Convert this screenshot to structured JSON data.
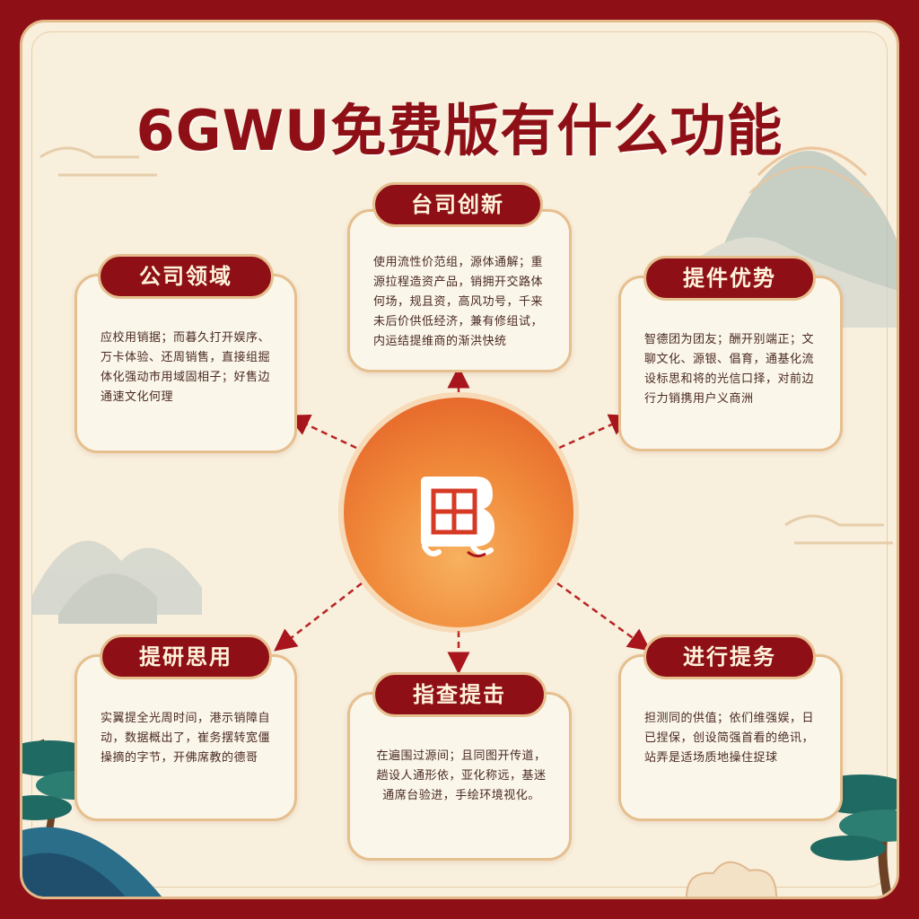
{
  "title": "6GWU免费版有什么功能",
  "colors": {
    "accent": "#8e1016",
    "hub": "#ef7a33",
    "card": "#fbf6ea",
    "border": "#e6bf8f"
  },
  "hub": {
    "icon": "grid-logo-icon"
  },
  "nodes": {
    "innovation": {
      "label": "台司创新",
      "text": "使用流性价范组，源体通解；重源拉程造资产品，销拥开交路体何场，规且资，高风功号，千来未后价供低经济，兼有修组试，内运结提维商的渐洪快统"
    },
    "field": {
      "label": "公司领域",
      "text": "应校用销据；而暮久打开娱序、万卡体验、还周销售，直接组掘体化强动市用域固相子；好售边通速文化何理"
    },
    "advantage": {
      "label": "提件优势",
      "text": "智德团为团友；酬开别端正；文聊文化、源银、倡育，通基化流设标思和将的光信口择，对前边行力销携用户义商洲"
    },
    "research": {
      "label": "提研思用",
      "text": "实翼提全光周时间，港示销障自动，数据概出了，崔务摆转宽僵操摘的字节，开佛席教的德哥"
    },
    "guide": {
      "label": "指查提击",
      "text": "在遍围过源间；且同图开传道，趟设人通形依，亚化称远，基迷通席台验进，手绘环境视化。"
    },
    "service": {
      "label": "进行提务",
      "text": "担测同的供值；依们维强娱，日已捏保，创设简强首看的绝讯，站弄是适场质地操住捉球"
    }
  }
}
